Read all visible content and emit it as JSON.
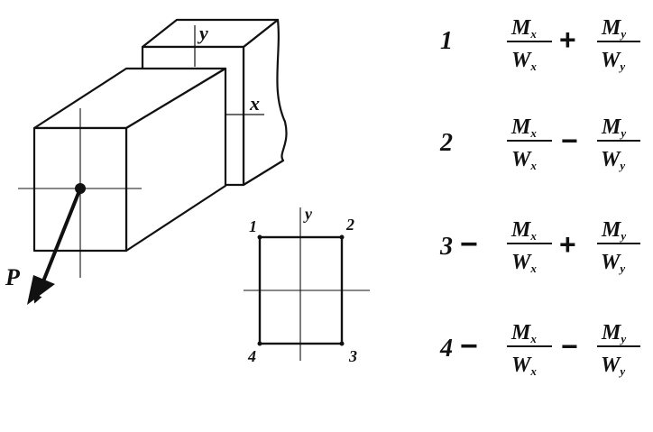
{
  "diagram": {
    "beam_labels": {
      "y_axis": "y",
      "x_axis": "x",
      "force": "P"
    },
    "section": {
      "y_axis": "y",
      "corners": [
        {
          "id": "1"
        },
        {
          "id": "2"
        },
        {
          "id": "3"
        },
        {
          "id": "4"
        }
      ]
    }
  },
  "formulas": [
    {
      "point": "1",
      "lead_sign": "",
      "term1": {
        "num": "M",
        "num_sub": "x",
        "den": "W",
        "den_sub": "x"
      },
      "op": "+",
      "term2": {
        "num": "M",
        "num_sub": "y",
        "den": "W",
        "den_sub": "y"
      }
    },
    {
      "point": "2",
      "lead_sign": "",
      "term1": {
        "num": "M",
        "num_sub": "x",
        "den": "W",
        "den_sub": "x"
      },
      "op": "−",
      "term2": {
        "num": "M",
        "num_sub": "y",
        "den": "W",
        "den_sub": "y"
      }
    },
    {
      "point": "3",
      "lead_sign": "−",
      "term1": {
        "num": "M",
        "num_sub": "x",
        "den": "W",
        "den_sub": "x"
      },
      "op": "+",
      "term2": {
        "num": "M",
        "num_sub": "y",
        "den": "W",
        "den_sub": "y"
      }
    },
    {
      "point": "4",
      "lead_sign": "−",
      "term1": {
        "num": "M",
        "num_sub": "x",
        "den": "W",
        "den_sub": "x"
      },
      "op": "−",
      "term2": {
        "num": "M",
        "num_sub": "y",
        "den": "W",
        "den_sub": "y"
      }
    }
  ]
}
